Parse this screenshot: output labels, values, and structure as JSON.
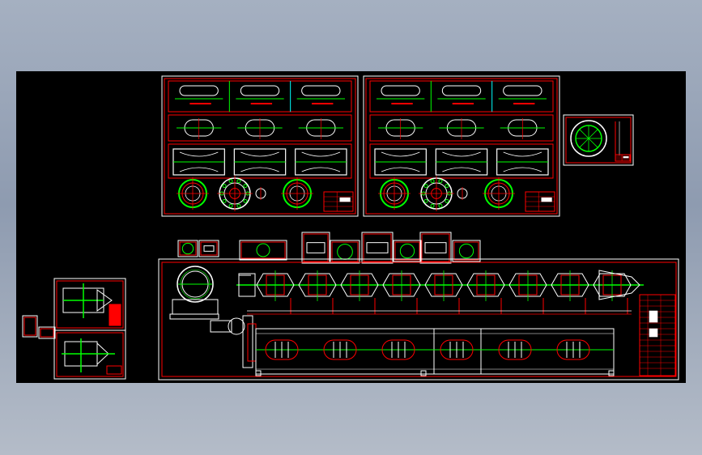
{
  "window": {
    "background": "#8e9bb0"
  },
  "canvas": {
    "background": "#000000"
  },
  "colors": {
    "frame": "#ff0000",
    "part": "#ffffff",
    "center_line": "#00ff00",
    "cyan": "#00ffff",
    "title_fill": "#ff0000"
  },
  "sheets": [
    {
      "id": "sheet-a",
      "rows": 3,
      "views_per_row": 3,
      "bottom_circles": 4
    },
    {
      "id": "sheet-b",
      "rows": 3,
      "views_per_row": 3,
      "bottom_circles": 4
    },
    {
      "id": "sheet-detail",
      "kind": "circular section"
    },
    {
      "id": "sheet-assembly",
      "rollers": 6,
      "machine_units": 9
    },
    {
      "id": "sheet-side-views",
      "views": 2
    }
  ],
  "thumbnails": 10
}
